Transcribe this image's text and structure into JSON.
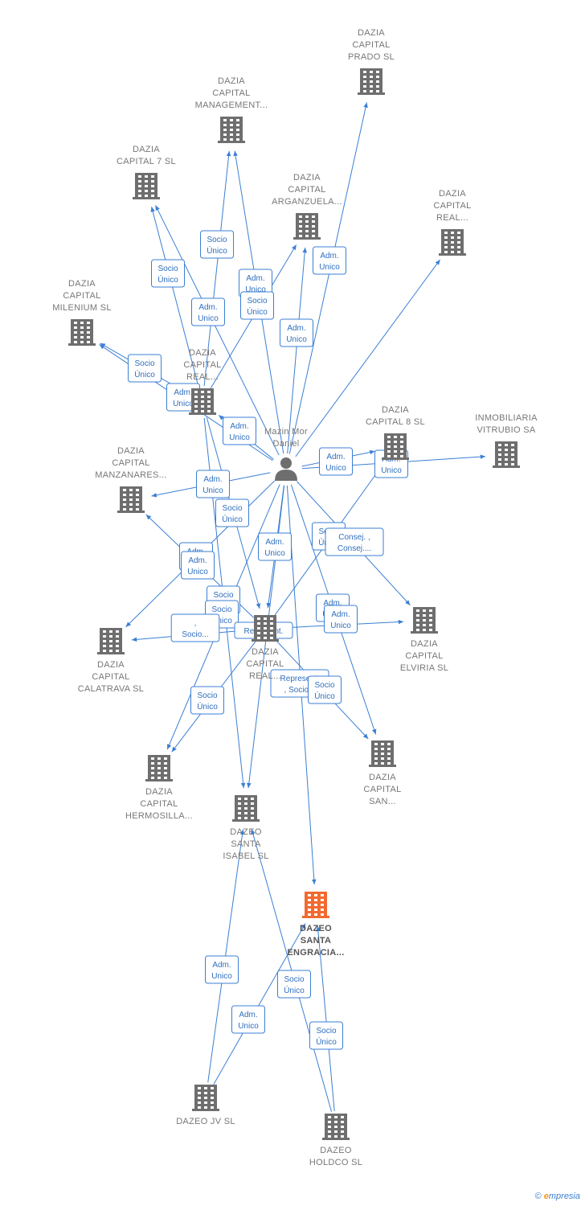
{
  "colors": {
    "edge": "#3b7fd4",
    "node": "#6e6e6e",
    "highlight": "#f26a30",
    "label": "#777777"
  },
  "nodes": [
    {
      "id": "prado",
      "type": "company",
      "label": [
        "DAZIA",
        "CAPITAL",
        "PRADO  SL"
      ]
    },
    {
      "id": "management",
      "type": "company",
      "label": [
        "DAZIA",
        "CAPITAL",
        "MANAGEMENT..."
      ]
    },
    {
      "id": "capital7",
      "type": "company",
      "label": [
        "DAZIA",
        "CAPITAL 7  SL"
      ]
    },
    {
      "id": "arganzuela",
      "type": "company",
      "label": [
        "DAZIA",
        "CAPITAL",
        "ARGANZUELA..."
      ]
    },
    {
      "id": "real_top",
      "type": "company",
      "label": [
        "DAZIA",
        "CAPITAL",
        "REAL..."
      ]
    },
    {
      "id": "milenium",
      "type": "company",
      "label": [
        "DAZIA",
        "CAPITAL",
        "MILENIUM  SL"
      ]
    },
    {
      "id": "real_left",
      "type": "company",
      "label": [
        "DAZIA",
        "CAPITAL",
        "REAL..."
      ]
    },
    {
      "id": "capital8",
      "type": "company",
      "label": [
        "DAZIA",
        "CAPITAL 8  SL"
      ]
    },
    {
      "id": "vitrubio",
      "type": "company",
      "label": [
        "INMOBILIARIA",
        "VITRUBIO SA"
      ]
    },
    {
      "id": "person",
      "type": "person",
      "label": [
        "Mazin Mor",
        "Daniel"
      ]
    },
    {
      "id": "manzanares",
      "type": "company",
      "label": [
        "DAZIA",
        "CAPITAL",
        "MANZANARES..."
      ]
    },
    {
      "id": "calatrava",
      "type": "company",
      "label": [
        "DAZIA",
        "CAPITAL",
        "CALATRAVA  SL"
      ]
    },
    {
      "id": "real_center",
      "type": "company",
      "label": [
        "DAZIA",
        "CAPITAL",
        "REAL..."
      ]
    },
    {
      "id": "elviria",
      "type": "company",
      "label": [
        "DAZIA",
        "CAPITAL",
        "ELVIRIA  SL"
      ]
    },
    {
      "id": "san",
      "type": "company",
      "label": [
        "DAZIA",
        "CAPITAL",
        "SAN..."
      ]
    },
    {
      "id": "hermosilla",
      "type": "company",
      "label": [
        "DAZIA",
        "CAPITAL",
        "HERMOSILLA..."
      ]
    },
    {
      "id": "santa_isabel",
      "type": "company",
      "label": [
        "DAZEO",
        "SANTA",
        "ISABEL  SL"
      ]
    },
    {
      "id": "santa_engracia",
      "type": "company",
      "main": true,
      "label": [
        "DAZEO",
        "SANTA",
        "ENGRACIA..."
      ]
    },
    {
      "id": "jv",
      "type": "company",
      "label": [
        "DAZEO JV  SL"
      ]
    },
    {
      "id": "holdco",
      "type": "company",
      "label": [
        "DAZEO",
        "HOLDCO  SL"
      ]
    }
  ],
  "edges": [
    {
      "from": "person",
      "to": "prado"
    },
    {
      "from": "person",
      "to": "management"
    },
    {
      "from": "real_left",
      "to": "management"
    },
    {
      "from": "real_left",
      "to": "capital7"
    },
    {
      "from": "person",
      "to": "capital7"
    },
    {
      "from": "person",
      "to": "arganzuela"
    },
    {
      "from": "real_left",
      "to": "arganzuela"
    },
    {
      "from": "person",
      "to": "real_top"
    },
    {
      "from": "person",
      "to": "milenium"
    },
    {
      "from": "real_left",
      "to": "milenium"
    },
    {
      "from": "person",
      "to": "real_left"
    },
    {
      "from": "person",
      "to": "capital8"
    },
    {
      "from": "person",
      "to": "vitrubio"
    },
    {
      "from": "person",
      "to": "manzanares"
    },
    {
      "from": "real_center",
      "to": "manzanares"
    },
    {
      "from": "person",
      "to": "calatrava"
    },
    {
      "from": "real_center",
      "to": "calatrava"
    },
    {
      "from": "person",
      "to": "real_center"
    },
    {
      "from": "real_left",
      "to": "real_center"
    },
    {
      "from": "person",
      "to": "elviria"
    },
    {
      "from": "real_center",
      "to": "elviria"
    },
    {
      "from": "real_center",
      "to": "capital8"
    },
    {
      "from": "person",
      "to": "san"
    },
    {
      "from": "real_center",
      "to": "san"
    },
    {
      "from": "person",
      "to": "hermosilla"
    },
    {
      "from": "real_center",
      "to": "hermosilla"
    },
    {
      "from": "person",
      "to": "santa_isabel"
    },
    {
      "from": "real_left",
      "to": "santa_isabel"
    },
    {
      "from": "person",
      "to": "santa_engracia"
    },
    {
      "from": "jv",
      "to": "santa_isabel"
    },
    {
      "from": "jv",
      "to": "santa_engracia"
    },
    {
      "from": "holdco",
      "to": "santa_isabel"
    },
    {
      "from": "holdco",
      "to": "santa_engracia"
    }
  ],
  "edge_labels": [
    {
      "lines": [
        "Socio",
        "Único"
      ]
    },
    {
      "lines": [
        "Socio",
        "Único"
      ]
    },
    {
      "lines": [
        "Adm.",
        "Unico"
      ]
    },
    {
      "lines": [
        "Adm.",
        "Unico"
      ]
    },
    {
      "lines": [
        "Socio",
        "Único"
      ]
    },
    {
      "lines": [
        "Adm.",
        "Unico"
      ]
    },
    {
      "lines": [
        "Adm.",
        "Unico"
      ]
    },
    {
      "lines": [
        "Socio",
        "Único"
      ]
    },
    {
      "lines": [
        "Adm.",
        "Unico"
      ]
    },
    {
      "lines": [
        "Adm.",
        "Unico"
      ]
    },
    {
      "lines": [
        "Adm.",
        "Unico"
      ]
    },
    {
      "lines": [
        "Adm.",
        "Unico"
      ]
    },
    {
      "lines": [
        "Adm.",
        "Unico"
      ]
    },
    {
      "lines": [
        "Socio",
        "Único"
      ]
    },
    {
      "lines": [
        "Socio",
        "Único"
      ]
    },
    {
      "lines": [
        "Consej. ,",
        "Consej...."
      ]
    },
    {
      "lines": [
        "Adm.",
        "Unico"
      ]
    },
    {
      "lines": [
        "Adm.",
        "Unico"
      ]
    },
    {
      "lines": [
        "Adm.",
        "Unico"
      ]
    },
    {
      "lines": [
        "Socio",
        "Único"
      ]
    },
    {
      "lines": [
        "Socio",
        "Único"
      ]
    },
    {
      "lines": [
        "Adm.",
        "Unico"
      ]
    },
    {
      "lines": [
        "Represent."
      ]
    },
    {
      "lines": [
        "Adm.",
        "Unico"
      ]
    },
    {
      "lines": [
        ",",
        "Socio..."
      ]
    },
    {
      "lines": [
        "Socio",
        "Único"
      ]
    },
    {
      "lines": [
        "Represent.",
        ", Socio..."
      ]
    },
    {
      "lines": [
        "Socio",
        "Único"
      ]
    },
    {
      "lines": [
        "Adm.",
        "Unico"
      ]
    },
    {
      "lines": [
        "Adm.",
        "Unico"
      ]
    },
    {
      "lines": [
        "Socio",
        "Único"
      ]
    },
    {
      "lines": [
        "Socio",
        "Único"
      ]
    }
  ],
  "footer": {
    "copyright": "©",
    "brand_e": "e",
    "brand_rest": "mpresia"
  }
}
